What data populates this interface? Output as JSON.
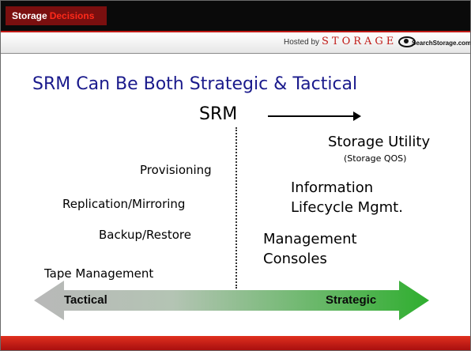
{
  "header": {
    "brand_word": "Storage",
    "brand_accent": "Decisions",
    "hosted_by": "Hosted by",
    "storage_logo": "STORAGE",
    "search_logo": "SearchStorage.com"
  },
  "slide": {
    "title": "SRM Can Be Both Strategic & Tactical",
    "srm_label": "SRM",
    "left_items": [
      "Provisioning",
      "Replication/Mirroring",
      "Backup/Restore",
      "Tape Management"
    ],
    "right_items": {
      "storage_utility": "Storage Utility",
      "storage_qos": "(Storage QOS)",
      "ilm_line1": "Information",
      "ilm_line2": "Lifecycle Mgmt.",
      "mgmt_line1": "Management",
      "mgmt_line2": "Consoles"
    },
    "axis": {
      "left": "Tactical",
      "right": "Strategic"
    }
  },
  "colors": {
    "title": "#1a1a8c",
    "accent_red": "#c11b17",
    "tactical_gray": "#b8b8b8",
    "strategic_green": "#2fae2f"
  }
}
